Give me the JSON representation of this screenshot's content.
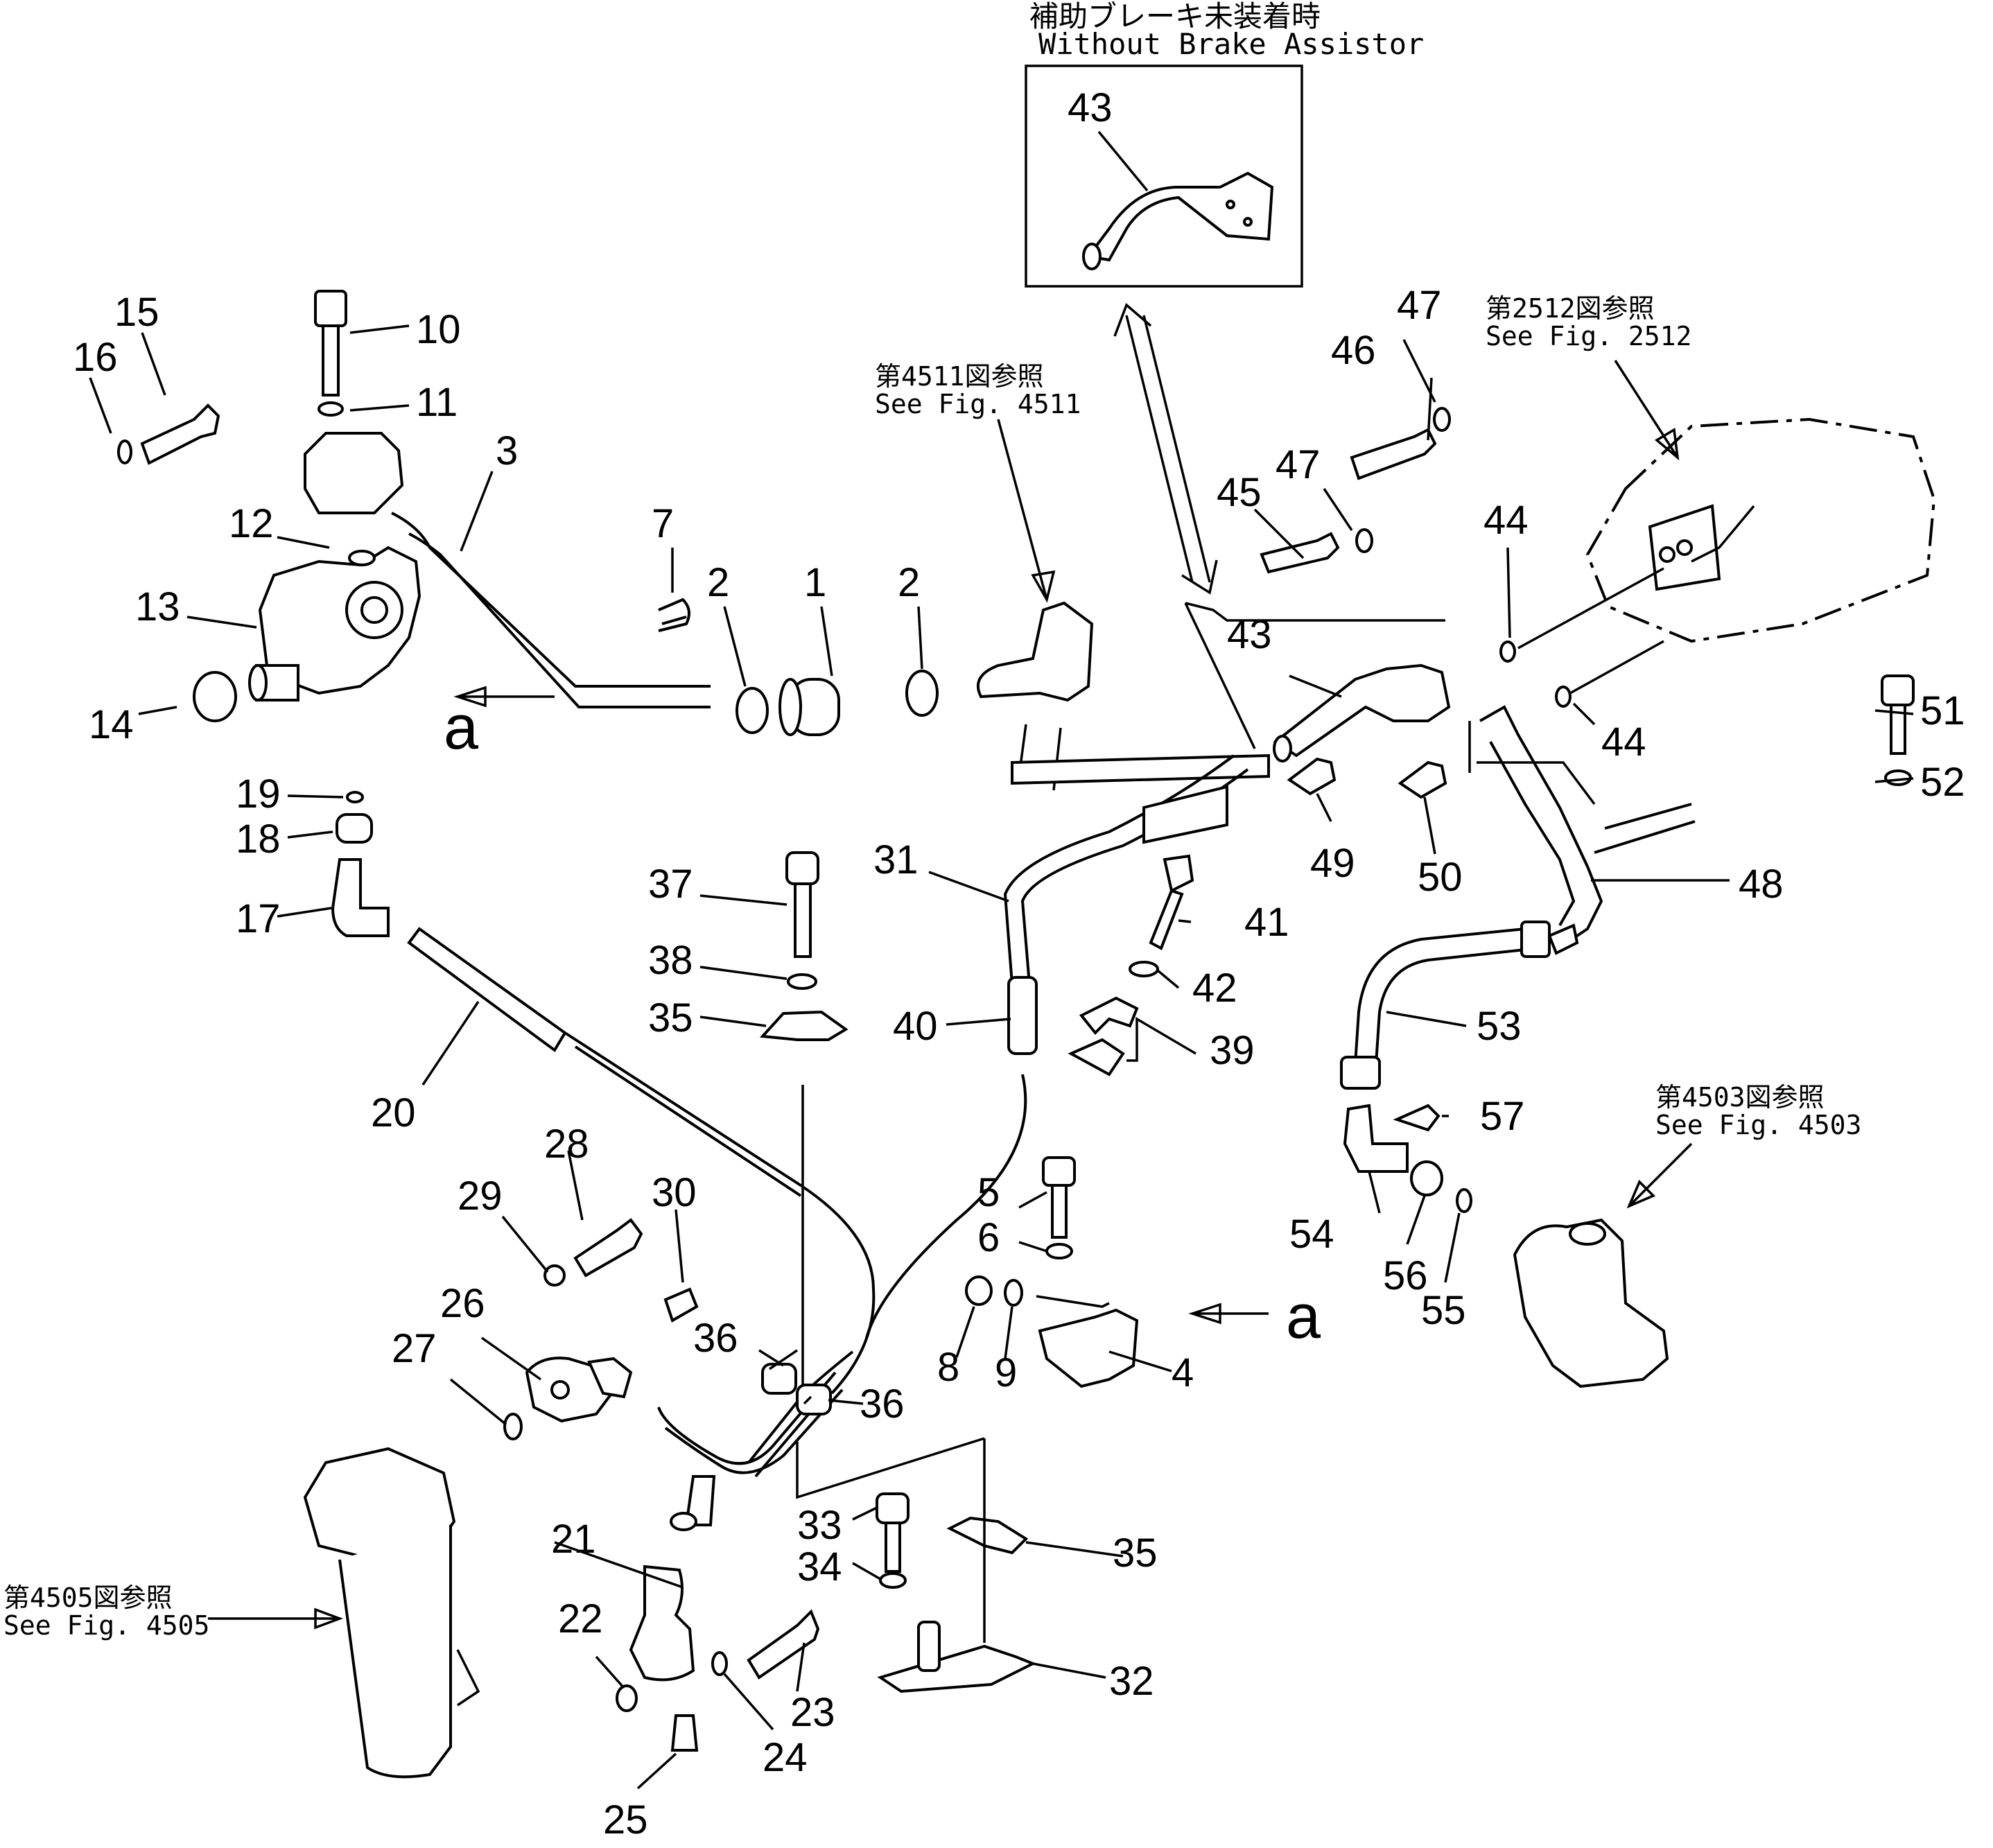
{
  "inset": {
    "title_jp": "補助ブレーキ未装着時",
    "title_en": "Without Brake Assistor"
  },
  "refs": {
    "fig4511_jp": "第4511図参照",
    "fig4511_en": "See  Fig. 4511",
    "fig2512_jp": "第2512図参照",
    "fig2512_en": "See  Fig. 2512",
    "fig4503_jp": "第4503図参照",
    "fig4503_en": "See  Fig. 4503",
    "fig4505_jp": "第4505図参照",
    "fig4505_en": "See  Fig. 4505"
  },
  "markers": {
    "a_left": "a",
    "a_right": "a"
  },
  "labels": {
    "l1": "1",
    "l2a": "2",
    "l2b": "2",
    "l3": "3",
    "l4": "4",
    "l5": "5",
    "l6": "6",
    "l7": "7",
    "l8": "8",
    "l9": "9",
    "l10": "10",
    "l11": "11",
    "l12": "12",
    "l13": "13",
    "l14": "14",
    "l15": "15",
    "l16": "16",
    "l17": "17",
    "l18": "18",
    "l19": "19",
    "l20": "20",
    "l21": "21",
    "l22": "22",
    "l23": "23",
    "l24": "24",
    "l25": "25",
    "l26": "26",
    "l27": "27",
    "l28": "28",
    "l29": "29",
    "l30": "30",
    "l31": "31",
    "l32": "32",
    "l33": "33",
    "l34": "34",
    "l35a": "35",
    "l35b": "35",
    "l36a": "36",
    "l36b": "36",
    "l37": "37",
    "l38": "38",
    "l39": "39",
    "l40": "40",
    "l41": "41",
    "l42": "42",
    "l43a": "43",
    "l43b": "43",
    "l44a": "44",
    "l44b": "44",
    "l45": "45",
    "l46": "46",
    "l47a": "47",
    "l47b": "47",
    "l48": "48",
    "l49": "49",
    "l50": "50",
    "l51": "51",
    "l52": "52",
    "l53": "53",
    "l54": "54",
    "l55": "55",
    "l56": "56",
    "l57": "57"
  }
}
